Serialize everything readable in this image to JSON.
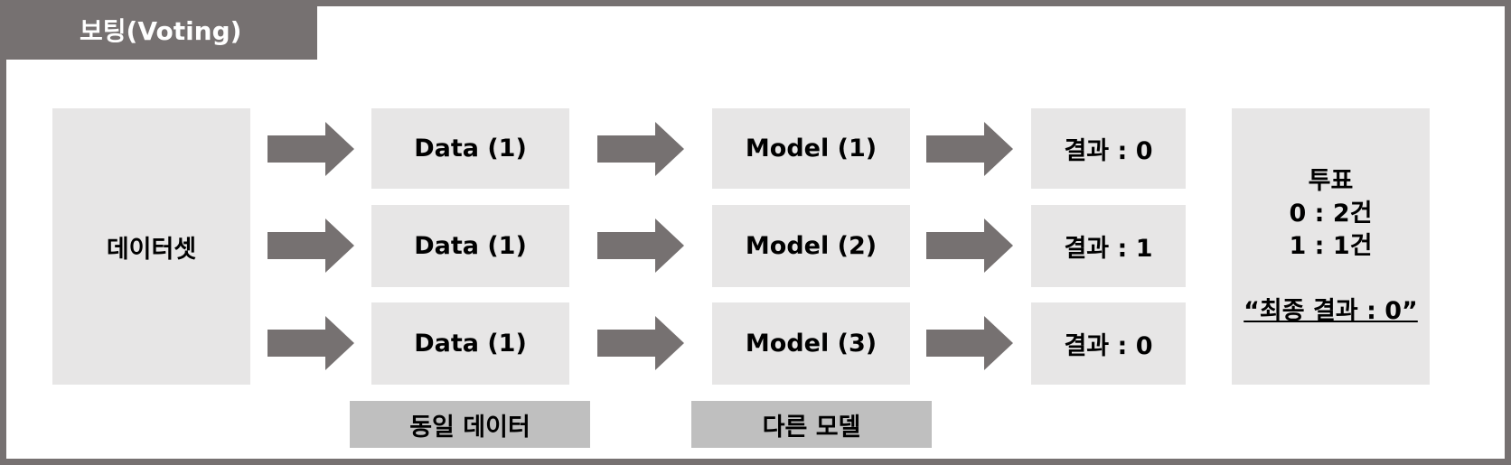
{
  "title": "보팅(Voting)",
  "dataset_label": "데이터셋",
  "rows": [
    {
      "data": "Data (1)",
      "model": "Model (1)",
      "result": "결과 : 0"
    },
    {
      "data": "Data (1)",
      "model": "Model (2)",
      "result": "결과 : 1"
    },
    {
      "data": "Data (1)",
      "model": "Model (3)",
      "result": "결과 : 0"
    }
  ],
  "vote": {
    "heading": "투표",
    "line1": "0 : 2건",
    "line2": "1 : 1건",
    "final": "“최종 결과 : 0”"
  },
  "captions": {
    "same_data": "동일 데이터",
    "different_model": "다른 모델"
  },
  "colors": {
    "frame": "#767171",
    "box": "#e7e6e6",
    "caption": "#bfbfbf",
    "arrow": "#767171"
  }
}
